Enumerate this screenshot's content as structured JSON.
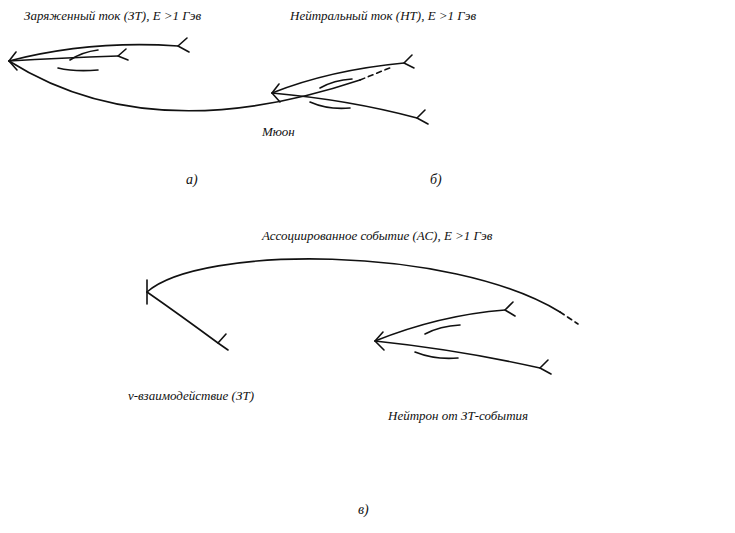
{
  "diagram": {
    "labels": [
      "Заряженный ток (ЗТ), E >1 Гэв",
      "Мюон",
      "а)",
      "Нейтральный ток (НТ), E >1 Гэв",
      "б)",
      "Ассоциированное событие (АС), E >1 Гэв",
      "ν-взаимодействие (ЗТ)",
      "Нейтрон от ЗТ-события",
      "в)"
    ]
  }
}
